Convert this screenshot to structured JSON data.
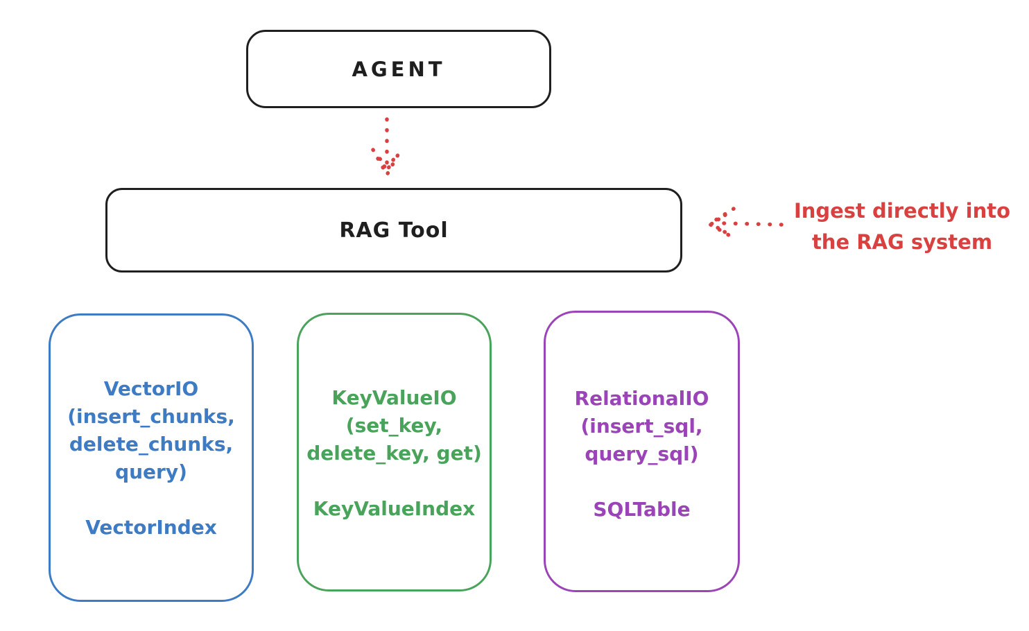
{
  "palette": {
    "ink": "#1f1f1f",
    "red": "#d94141",
    "blue": "#3d7bc4",
    "green": "#4aa35a",
    "purple": "#9b44b8"
  },
  "agent_box": {
    "label": "AGENT"
  },
  "rag_tool_box": {
    "label": "RAG Tool"
  },
  "ingest_annotation": {
    "lines": [
      "Ingest directly into",
      "the RAG system"
    ]
  },
  "arrows": {
    "agent_to_rag": {
      "style": "dotted",
      "direction": "down"
    },
    "annotation_to_rag": {
      "style": "dotted",
      "direction": "left"
    }
  },
  "stores": [
    {
      "id": "vector-io",
      "color": "#3d7bc4",
      "lines": [
        "VectorIO",
        "(insert_chunks,",
        "delete_chunks,",
        "query)"
      ],
      "index_label": "VectorIndex"
    },
    {
      "id": "keyvalue-io",
      "color": "#4aa35a",
      "lines": [
        "KeyValueIO",
        "(set_key,",
        "delete_key, get)"
      ],
      "index_label": "KeyValueIndex"
    },
    {
      "id": "relational-io",
      "color": "#9b44b8",
      "lines": [
        "RelationalIO",
        "(insert_sql,",
        "query_sql)"
      ],
      "index_label": "SQLTable"
    }
  ]
}
